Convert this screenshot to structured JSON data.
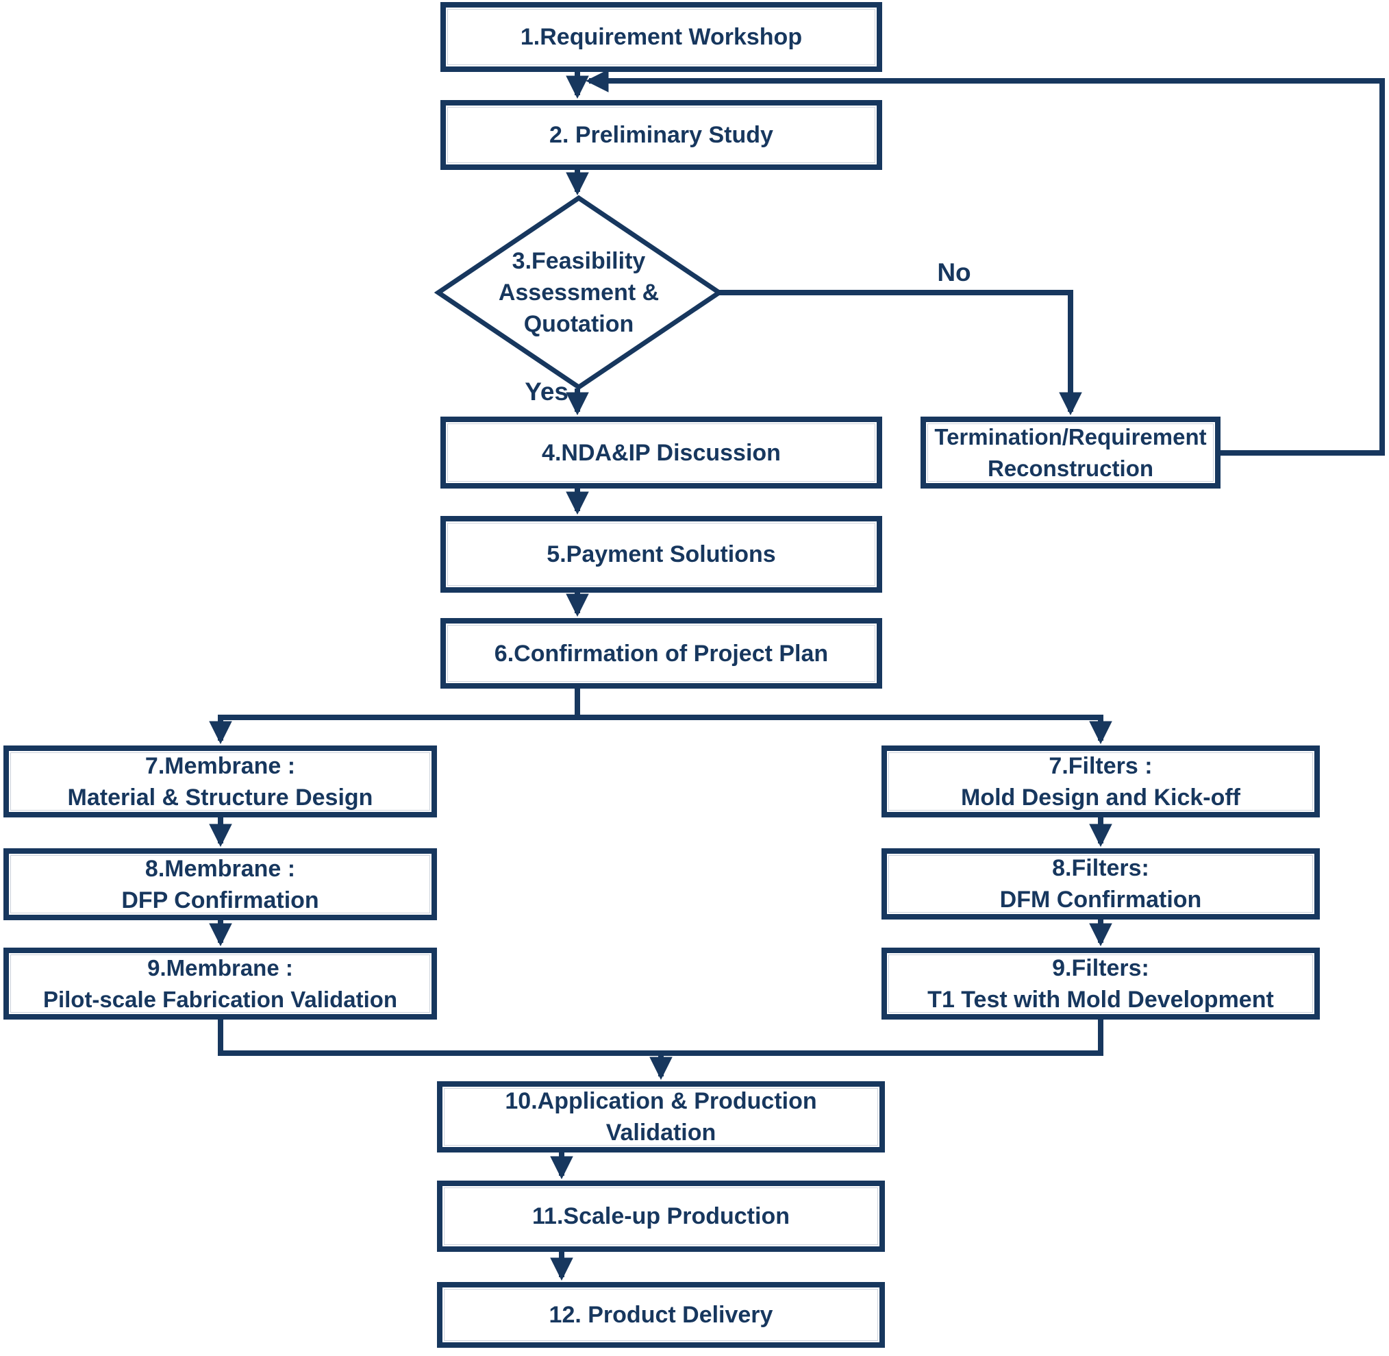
{
  "colors": {
    "navy": "#17375E",
    "background": "#FFFFFF"
  },
  "nodes": {
    "step1": {
      "label": "1.Requirement Workshop"
    },
    "step2": {
      "label": "2. Preliminary Study"
    },
    "decision3": {
      "lines": [
        "3.Feasibility",
        "Assessment &",
        "Quotation"
      ]
    },
    "step4": {
      "label": "4.NDA&IP Discussion"
    },
    "step5": {
      "label": "5.Payment Solutions"
    },
    "step6": {
      "label": "6.Confirmation of Project Plan"
    },
    "termination": {
      "lines": [
        "Termination/Requirement",
        "Reconstruction"
      ]
    },
    "membrane7": {
      "lines": [
        "7.Membrane :",
        "Material & Structure Design"
      ]
    },
    "membrane8": {
      "lines": [
        "8.Membrane :",
        "DFP Confirmation"
      ]
    },
    "membrane9": {
      "lines": [
        "9.Membrane :",
        "Pilot-scale Fabrication Validation"
      ]
    },
    "filters7": {
      "lines": [
        "7.Filters :",
        "Mold Design and Kick-off"
      ]
    },
    "filters8": {
      "lines": [
        "8.Filters:",
        "DFM Confirmation"
      ]
    },
    "filters9": {
      "lines": [
        "9.Filters:",
        "T1 Test with Mold Development"
      ]
    },
    "step10": {
      "lines": [
        "10.Application & Production",
        "Validation"
      ]
    },
    "step11": {
      "label": "11.Scale-up Production"
    },
    "step12": {
      "label": "12. Product Delivery"
    }
  },
  "edge_labels": {
    "yes": "Yes",
    "no": "No"
  }
}
